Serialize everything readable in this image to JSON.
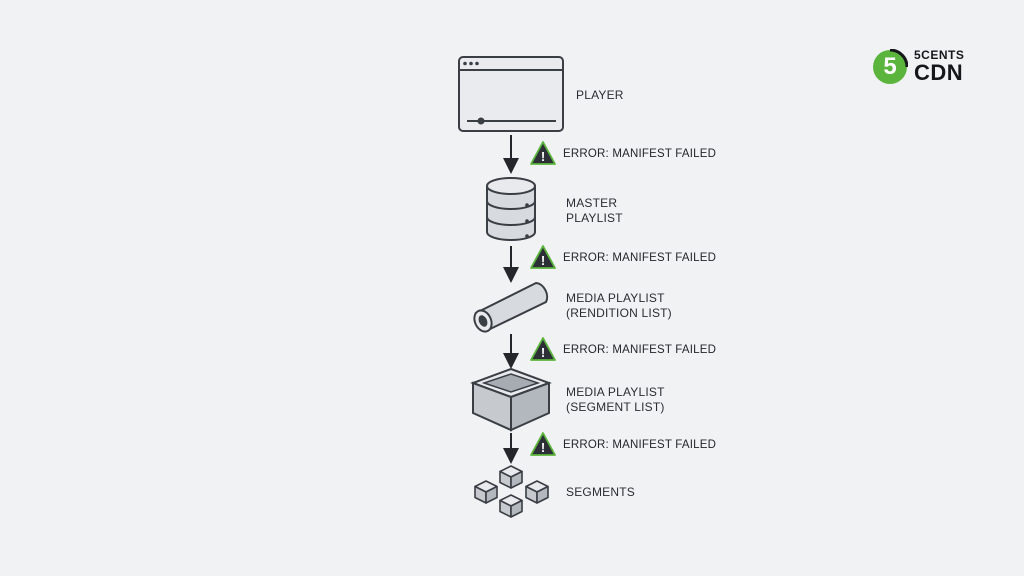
{
  "logo": {
    "digit": "5",
    "top_text": "5CENTS",
    "bottom_text": "CDN",
    "brand_color": "#5bb43c"
  },
  "nodes": [
    {
      "id": "player",
      "label_lines": [
        "PLAYER"
      ],
      "icon": "browser-player-icon"
    },
    {
      "id": "master",
      "label_lines": [
        "MASTER",
        "PLAYLIST"
      ],
      "icon": "database-icon"
    },
    {
      "id": "media-rendition",
      "label_lines": [
        "MEDIA PLAYLIST",
        "(RENDITION LIST)"
      ],
      "icon": "pipe-icon"
    },
    {
      "id": "media-segment",
      "label_lines": [
        "MEDIA PLAYLIST",
        "(SEGMENT LIST)"
      ],
      "icon": "open-box-icon"
    },
    {
      "id": "segments",
      "label_lines": [
        "SEGMENTS"
      ],
      "icon": "cubes-icon"
    }
  ],
  "errors": [
    {
      "text": "ERROR: MANIFEST FAILED"
    },
    {
      "text": "ERROR: MANIFEST FAILED"
    },
    {
      "text": "ERROR: MANIFEST FAILED"
    },
    {
      "text": "ERROR: MANIFEST FAILED"
    }
  ],
  "colors": {
    "warning_fill": "#2c3036",
    "warning_outline": "#5bb43c",
    "line": "#23262b"
  }
}
